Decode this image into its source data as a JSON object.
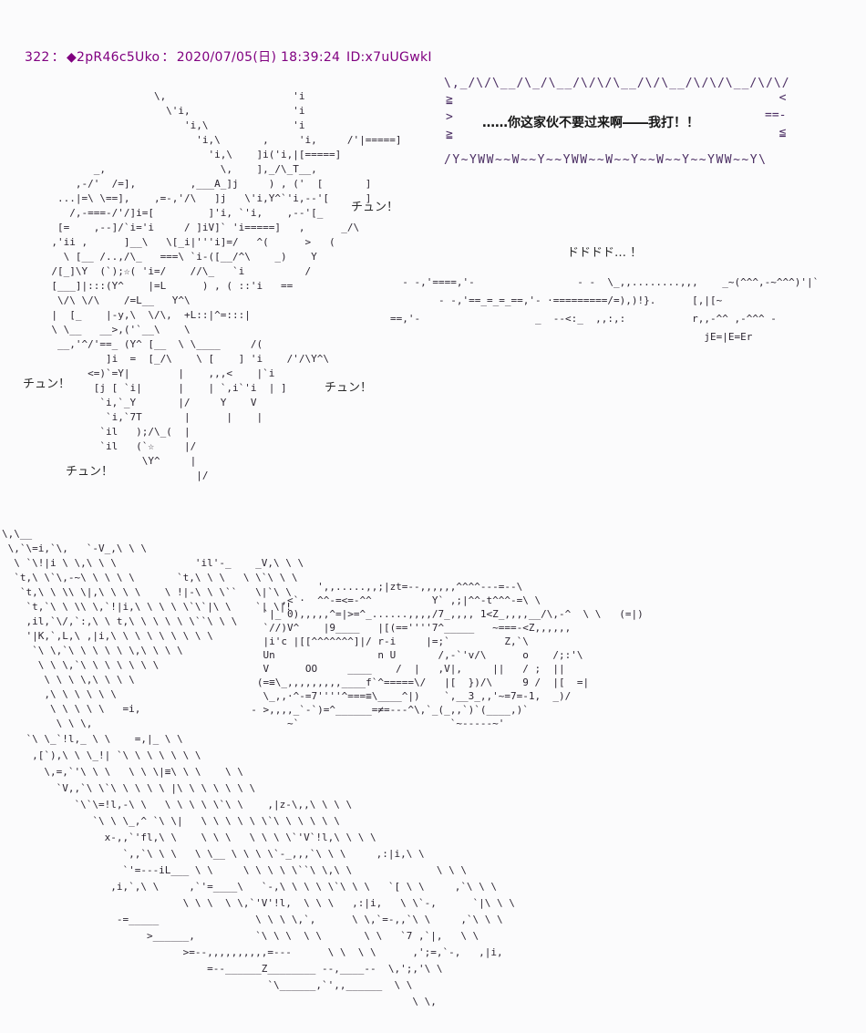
{
  "page": {
    "background": "#fbfbfc"
  },
  "colors": {
    "header": "#800080",
    "art": "#2b2530",
    "bubble_border": "#4b2e63",
    "dialogue": "#151515"
  },
  "post": {
    "number": "322",
    "sep1": "：",
    "tripcode": "◆2pR46c5Uko",
    "sep2": "：",
    "datetime": "2020/07/05(日) 18:39:24",
    "user_id": "ID:x7uUGwkI"
  },
  "bubble": {
    "text": "……你这家伙不要过来啊――我打！！",
    "border_top": "\\,_/\\/\\__/\\_/\\__/\\/\\/\\__/\\/\\__/\\/\\/\\__/\\/\\/",
    "border_bottom": "/Y~YWW~~W~~Y~~YWW~~W~~Y~~W~~Y~~YWW~~Y\\",
    "edge_left": "≧\n>\n≧",
    "edge_right": "<\n==-\n≦"
  },
  "sfx": {
    "chun_top": "チュン！",
    "chun_left": "チュン！",
    "chun_mid": "チュン！",
    "chun_bottom": "チュン！",
    "rumble": "ドドドド… ！"
  },
  "aa": {
    "top_figure": [
      "                        \\,                     'i",
      "                          \\'i,                 'i",
      "                             'i,\\              'i",
      "                               'i,\\       ,     'i,     /'|=====]",
      "                                 'i,\\    ]i('i,|[=====]",
      "              _,                   \\,    ],_/\\_T__,",
      "           ,-/'  /=],         ,___A_]j     ) , ('  [       ]",
      "        ...|=\\ \\==],    ,=-,'/\\   ]j   \\'i,Y^`'i,--'[      ]",
      "          /,-===-/'/]i=[         ]'i, `'i,    ,--'[_",
      "        [=    ,--]/`i='i     / ]iV]` 'i=====]   ,      _/\\",
      "       ,'ii ,      ]__\\   \\[_i|'''i]=/   ^(      >   (",
      "         \\ [__ /..,/\\_   ===\\ `i-([__/^\\    _)    Y",
      "       /[_]\\Y  (`);☆( 'i=/    //\\_   `i          /",
      "       [___]|:::(Y^    |=L      ) , ( ::'i   ==",
      "        \\/\\ \\/\\    /=L__   Y^\\",
      "       |  [_    |-y,\\  \\/\\,  +L::|^=:::|",
      "       \\ \\__   __>,('`__\\    \\",
      "        __,'^/'==_ (Y^ [__  \\ \\____     /(",
      "                ]i  =  [_/\\    \\ [    ] 'i    /'/\\Y^\\",
      "             <=)`=Y|        |    ,,,<    |`i",
      "              [j [ `i|      |    | `,i`'i  | ]",
      "               `i,`_Y       |/     Y    V",
      "                `i,`7T       |      |    |",
      "               `il   );/\\_(  |",
      "               `il   (`☆     |/",
      "                      \\Y^     |",
      "                               |/"
    ],
    "dash_lines": [
      "  - -,'====,'-                 - -  \\_,,........,,,    _~(^^^,-~^^^)'|`",
      "        - -,'==_=_=_==,'- ·=========/=),)!}.      [,|[~",
      "==,'-                   _  --<:_  ,,:,:           r,,-^^ ,-^^^ -",
      "                                                    jE=|E=Er"
    ],
    "car": [
      "             ',,.....,,;|zt=--,,,,,,^^^^---=--\\",
      "       ,<`·  ^^-=<=-^^          Y` ,;|^^-t^^^-=\\ \\",
      "    `|_ 0),,,,,^=|>=^_......,,,,/7_,,,, 1<Z_,,,,__/\\,-^  \\ \\   (=|)",
      "    `//)V^    |9____   |[(==''''7^_____   ~===-<Z,,,,,,",
      "    |i'c |[[^^^^^^^]|/ r-i     |=;`         Z,`\\",
      "    Un                 n U       /,-`'v/\\      o    /;:'\\",
      "    V      OO     ____    /  |   ,V|,     ||   / ;  ||",
      "   (=≡\\_,,,,,,,,,____f`^=====\\/   |[  })/\\     9 /  |[  =|",
      "    \\_,,·^-=7''''^===≡\\____^|)    `,__3_,,'~=7=-1,  _)/",
      "  - >,,,,_`-`)=^______=≠=---^\\,`_(_,,`)`(____,)`",
      "        ~`                         `~-----~'"
    ],
    "diagonal_left": [
      "\\,\\__",
      " \\,`\\=i,`\\,   `-V_,\\ \\ \\",
      "  \\ `\\!|i \\ \\,\\ \\ \\             'il'-_    _V,\\ \\ \\",
      "  `t,\\ \\`\\,-~\\ \\ \\ \\ \\       `t,\\ \\ \\   \\ \\`\\ \\ \\",
      "   `t,\\ \\ \\\\ \\|,\\ \\ \\ \\    \\ !|-\\ \\ \\``   \\|`\\ \\",
      "    `t,`\\ \\ \\\\ \\,`!|i,\\ \\ \\ \\ \\`\\`|\\ \\    `| \\|!",
      "    ,il,`\\/,`:,\\ \\ t,\\ \\ \\ \\ \\ \\``\\ \\ \\",
      "    '|K,`,L,\\ ,|i,\\ \\ \\ \\ \\ \\ \\ \\ \\",
      "     `\\ \\,`\\ \\ \\ \\ \\ \\,\\ \\ \\ \\",
      "      \\ \\ \\,`\\ \\ \\ \\ \\ \\ \\",
      "       \\ \\ \\ \\,\\ \\ \\ \\",
      "       ,\\ \\ \\ \\ \\ \\",
      "        \\ \\ \\ \\ \\   =i,",
      "         \\ \\ \\,"
    ],
    "diagonal_bottom": [
      "    `\\ \\_`!l,_ \\ \\    =,|_ \\ \\",
      "     ,[`),\\ \\ \\_!| `\\ \\ \\ \\ \\ \\ \\",
      "       \\,=,`'\\ \\ \\   \\ \\ \\|≡\\ \\ \\    \\ \\",
      "         `V,,`\\ \\`\\ \\ \\ \\ \\ |\\ \\ \\ \\ \\ \\ \\",
      "            `\\`\\=!l,-\\ \\   \\ \\ \\ \\ \\`\\ \\    ,|z-\\,,\\ \\ \\ \\",
      "               `\\ \\ \\_,^ `\\ \\|   \\ \\ \\ \\ \\ \\`\\ \\ \\ \\ \\ \\",
      "                 x-,,`'fl,\\ \\    \\ \\ \\   \\ \\ \\ \\`'V`!l,\\ \\ \\ \\",
      "                    `,,`\\ \\ \\   \\ \\__ \\ \\ \\ \\`-_,,,`\\ \\ \\     ,:|i,\\ \\",
      "                    `'=---iL___ \\ \\     \\ \\ \\ \\ \\``\\ \\,\\ \\              \\ \\ \\",
      "                  ,i,`,\\ \\     ,`'=____\\   `-,\\ \\ \\ \\ \\`\\ \\ \\   `[ \\ \\     ,`\\ \\ \\",
      "                              \\ \\ \\  \\ \\,`'V'!l,  \\ \\ \\   ,:|i,   \\ \\`-,      `|\\ \\ \\",
      "                   -=_____                \\ \\ \\ \\,`,      \\ \\,`=-,,`\\ \\     ,`\\ \\ \\",
      "                        >______,          `\\ \\ \\  \\ \\       \\ \\   `7 ,`|,   \\ \\",
      "                              >=--,,,,,,,,,,=---      \\ \\  \\ \\      ,';=,`-,   ,|i,",
      "                                  =--______Z________ --,____--  \\,';,'\\ \\",
      "                                            `\\______,`',,______  \\ \\",
      "                                                                    \\ \\,"
    ]
  }
}
